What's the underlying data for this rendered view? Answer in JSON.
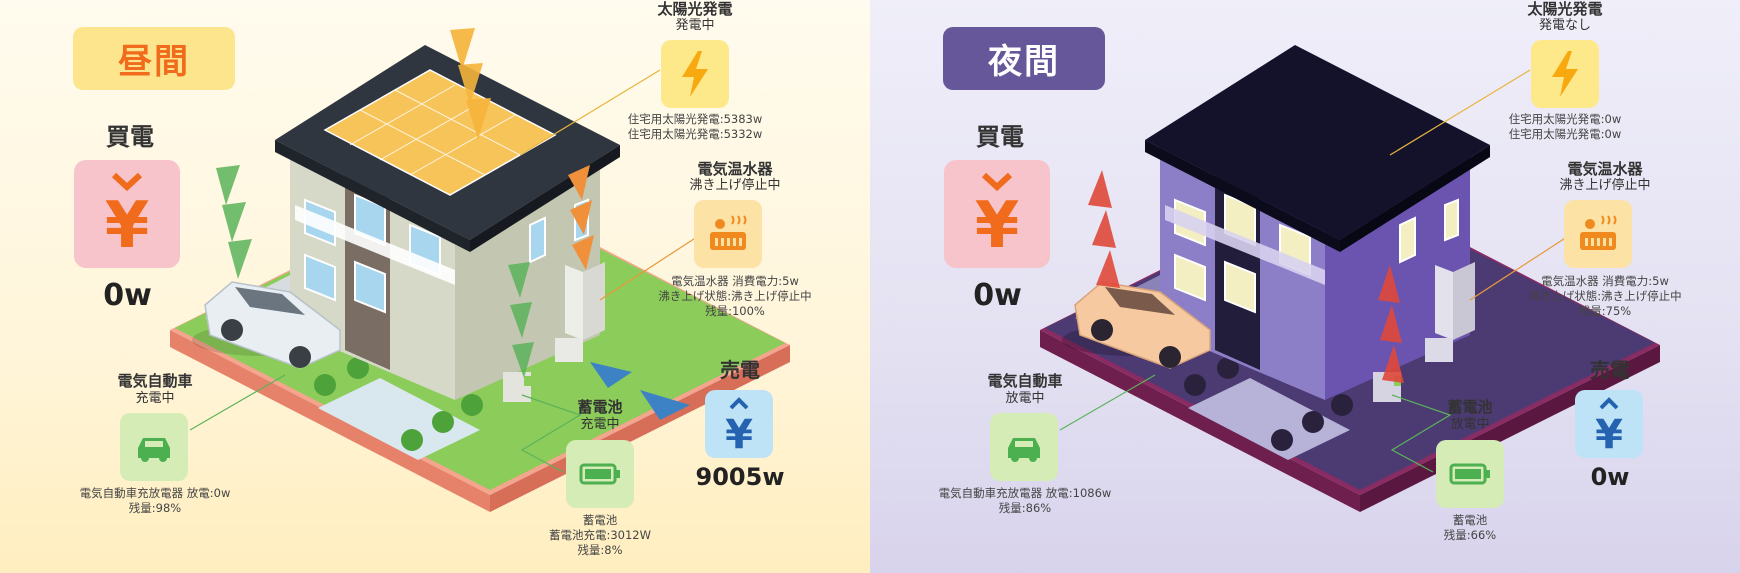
{
  "panels": {
    "day": {
      "badge": "昼間",
      "buy": {
        "title": "買電",
        "value": "0w"
      },
      "sell": {
        "title": "売電",
        "value": "9005w"
      },
      "solar": {
        "title": "太陽光発電",
        "status": "発電中",
        "lines": [
          "住宅用太陽光発電:5383w",
          "住宅用太陽光発電:5332w"
        ]
      },
      "water_heater": {
        "title": "電気温水器",
        "status": "沸き上げ停止中",
        "lines": [
          "電気温水器 消費電力:5w",
          "沸き上げ状態:沸き上げ停止中",
          "残量:100%"
        ]
      },
      "ev": {
        "title": "電気自動車",
        "status": "充電中",
        "lines": [
          "電気自動車充放電器 放電:0w",
          "残量:98%"
        ]
      },
      "battery": {
        "title": "蓄電池",
        "status": "充電中",
        "lines": [
          "蓄電池",
          "蓄電池充電:3012W",
          "残量:8%"
        ]
      }
    },
    "night": {
      "badge": "夜間",
      "buy": {
        "title": "買電",
        "value": "0w"
      },
      "sell": {
        "title": "売電",
        "value": "0w"
      },
      "solar": {
        "title": "太陽光発電",
        "status": "発電なし",
        "lines": [
          "住宅用太陽光発電:0w",
          "住宅用太陽光発電:0w"
        ]
      },
      "water_heater": {
        "title": "電気温水器",
        "status": "沸き上げ停止中",
        "lines": [
          "電気温水器 消費電力:5w",
          "沸き上げ状態:沸き上げ停止中",
          "残量:75%"
        ]
      },
      "ev": {
        "title": "電気自動車",
        "status": "放電中",
        "lines": [
          "電気自動車充放電器 放電:1086w",
          "残量:86%"
        ]
      },
      "battery": {
        "title": "蓄電池",
        "status": "放電中",
        "lines": [
          "蓄電池",
          "残量:66%"
        ]
      }
    }
  },
  "icons": {
    "buy": "yen-down-icon",
    "sell": "yen-up-icon",
    "solar": "lightning-icon",
    "water_heater": "water-heater-icon",
    "ev": "car-icon",
    "battery": "battery-icon"
  },
  "colors": {
    "accent_orange": "#f06b1b",
    "night_purple": "#66579a",
    "flow_green": "#5bb35b",
    "flow_red": "#e0483a",
    "flow_orange": "#f29d3a",
    "flow_blue": "#3d82c4"
  }
}
